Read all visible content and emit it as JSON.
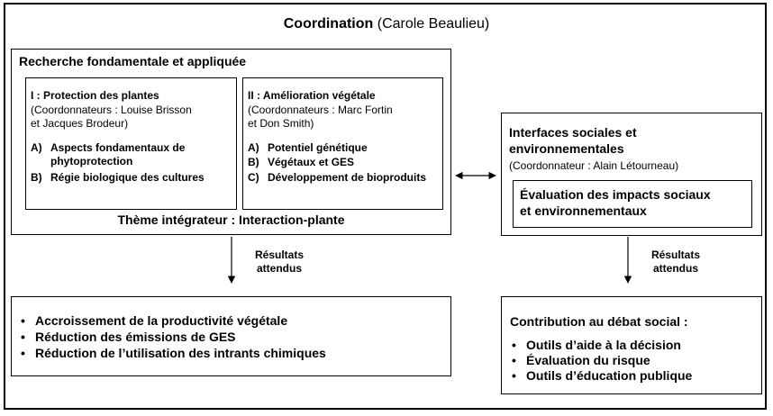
{
  "title": {
    "bold": "Coordination",
    "normal": " (Carole Beaulieu)"
  },
  "research": {
    "heading": "Recherche fondamentale et appliquée",
    "theme1": {
      "title": "I : Protection des plantes",
      "coord_line1": "(Coordonnateurs : Louise Brisson",
      "coord_line2": "et Jacques Brodeur)",
      "items": [
        {
          "letter": "A)",
          "line1": "Aspects fondamentaux de",
          "line2": "phytoprotection"
        },
        {
          "letter": "B)",
          "line1": "Régie biologique des cultures"
        }
      ]
    },
    "theme2": {
      "title": "II : Amélioration végétale",
      "coord_line1": "(Coordonnateurs : Marc Fortin",
      "coord_line2": "et Don Smith)",
      "items": [
        {
          "letter": "A)",
          "line1": "Potentiel génétique"
        },
        {
          "letter": "B)",
          "line1": "Végétaux et GES"
        },
        {
          "letter": "C)",
          "line1": "Développement de bioproduits"
        }
      ]
    },
    "integrator": "Thème intégrateur : Interaction-plante"
  },
  "interfaces": {
    "line1": "Interfaces sociales et",
    "line2": "environnementales",
    "coord": "(Coordonnateur : Alain Létourneau)",
    "sub_line1": "Évaluation des impacts sociaux",
    "sub_line2": "et environnementaux"
  },
  "results_left": {
    "line1": "Résultats",
    "line2": "attendus"
  },
  "results_right": {
    "line1": "Résultats",
    "line2": "attendus"
  },
  "outcomes_left": [
    "Accroissement de la productivité végétale",
    "Réduction des émissions de GES",
    "Réduction de l’utilisation des intrants chimiques"
  ],
  "outcomes_right": {
    "heading": "Contribution au débat social :",
    "items": [
      "Outils d’aide à la décision",
      "Évaluation du risque",
      "Outils d’éducation publique"
    ]
  }
}
